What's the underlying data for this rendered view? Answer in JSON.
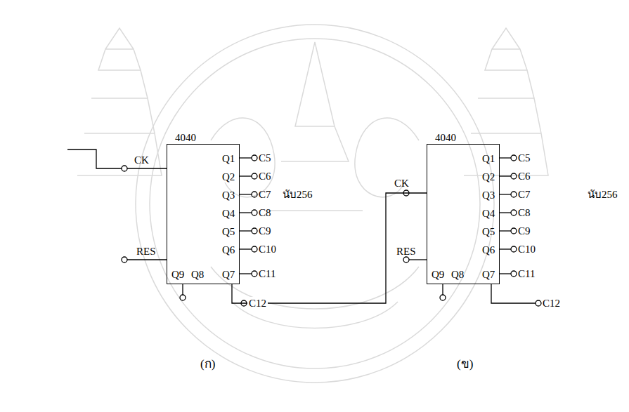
{
  "diagram": {
    "nodes": [
      {
        "text": [
          "4040",
          "CK",
          "RES",
          "Q1",
          "Q2",
          "Q3",
          "Q4",
          "Q5",
          "Q6",
          "Q9",
          "Q8",
          "Q7"
        ]
      },
      {
        "text": [
          "4040",
          "CK",
          "RES",
          "Q1",
          "Q2",
          "Q3",
          "Q4",
          "Q5",
          "Q6",
          "Q9",
          "Q8",
          "Q7"
        ]
      }
    ],
    "edges": [
      {
        "from": 0,
        "to": 1,
        "arrow": "none",
        "label": "C12"
      }
    ],
    "labels": [
      "C5",
      "C6",
      "C7",
      "C8",
      "C9",
      "C10",
      "C11",
      "นับ256",
      "C5",
      "C6",
      "C7",
      "C8",
      "C9",
      "C10",
      "C11",
      "นับ256",
      "C12",
      "(ก)",
      "(ข)"
    ]
  }
}
